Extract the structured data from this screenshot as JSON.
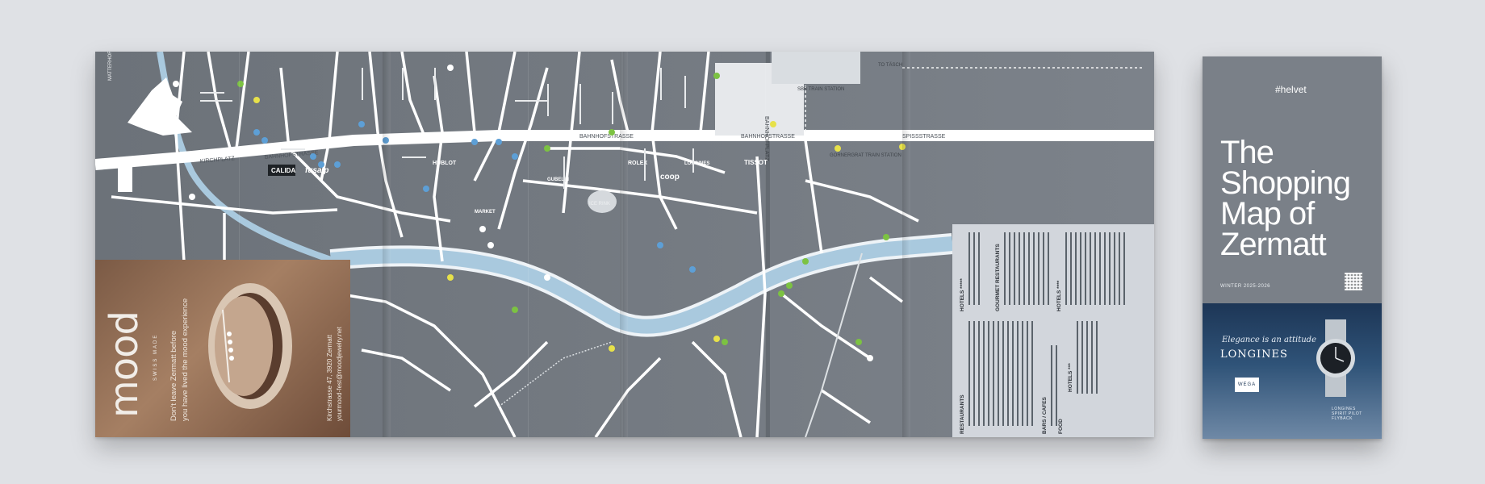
{
  "map": {
    "streets": [
      "BAHNHOFSTRASSE",
      "BAHNHOFSTRASSE",
      "BAHNHOFSTRASSE",
      "SPISSSTRASSE",
      "KIRCHPLATZ",
      "BAHNHOFPLATZ"
    ],
    "places": [
      "MATTERHORN",
      "ICE RINK",
      "SBB TRAIN STATION",
      "GORNERGRAT TRAIN STATION",
      "TO TÄSCH"
    ],
    "logos": [
      "CALIDA",
      "fusalp",
      "HUBLOT",
      "TISSOT",
      "coop",
      "ROLEX",
      "LONGINES",
      "GUBELIN",
      "MARKET"
    ],
    "ad": {
      "logo": "mood",
      "sub": "SWISS MADE",
      "tagline_1": "Don't leave Zermatt before",
      "tagline_2": "you have lived the mood experience",
      "address": "Kirchstrasse 47, 3920 Zermatt",
      "website": "yourmood-fest@moodjewelry.net"
    },
    "legend": {
      "sections": [
        "RESTAURANTS",
        "BARS / CAFES",
        "FOOD",
        "HOTELS *****",
        "GOURMET RESTAURANTS",
        "HOTELS ****",
        "HOTELS ***"
      ]
    }
  },
  "cover": {
    "tag": "#helvet",
    "title_lines": [
      "The",
      "Shopping",
      "Map of",
      "Zermatt"
    ],
    "season": "WINTER 2025-2026",
    "ad": {
      "script": "Elegance is an attitude",
      "brand": "LONGINES",
      "badge": "WEGA",
      "product": "LONGINES SPIRIT PILOT FLYBACK"
    }
  },
  "colors": {
    "background": "#dfe1e5",
    "map": "#6f757d",
    "roads": "#ffffff",
    "river": "#a9c9de",
    "cover": "#7a8088",
    "legend": "#d2d6dc"
  }
}
